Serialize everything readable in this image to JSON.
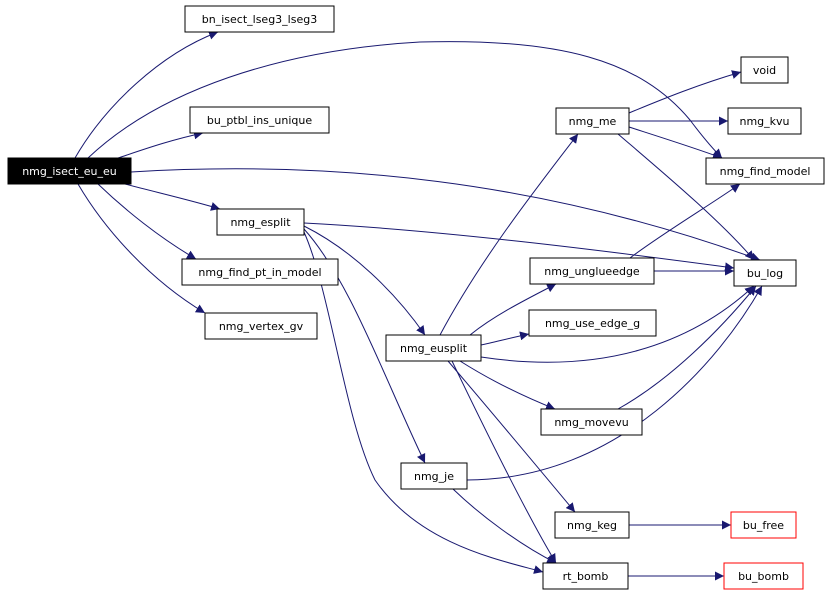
{
  "diagram": {
    "root": "nmg_isect_eu_eu",
    "nodes": [
      {
        "id": "nmg_isect_eu_eu",
        "label": "nmg_isect_eu_eu",
        "style": "root"
      },
      {
        "id": "bn_isect_lseg3_lseg3",
        "label": "bn_isect_lseg3_lseg3",
        "style": "normal"
      },
      {
        "id": "bu_ptbl_ins_unique",
        "label": "bu_ptbl_ins_unique",
        "style": "normal"
      },
      {
        "id": "nmg_esplit",
        "label": "nmg_esplit",
        "style": "normal"
      },
      {
        "id": "nmg_find_pt_in_model",
        "label": "nmg_find_pt_in_model",
        "style": "normal"
      },
      {
        "id": "nmg_vertex_gv",
        "label": "nmg_vertex_gv",
        "style": "normal"
      },
      {
        "id": "nmg_eusplit",
        "label": "nmg_eusplit",
        "style": "normal"
      },
      {
        "id": "nmg_je",
        "label": "nmg_je",
        "style": "normal"
      },
      {
        "id": "nmg_me",
        "label": "nmg_me",
        "style": "normal"
      },
      {
        "id": "nmg_unglueedge",
        "label": "nmg_unglueedge",
        "style": "normal"
      },
      {
        "id": "nmg_use_edge_g",
        "label": "nmg_use_edge_g",
        "style": "normal"
      },
      {
        "id": "nmg_movevu",
        "label": "nmg_movevu",
        "style": "normal"
      },
      {
        "id": "nmg_keg",
        "label": "nmg_keg",
        "style": "normal"
      },
      {
        "id": "rt_bomb",
        "label": "rt_bomb",
        "style": "normal"
      },
      {
        "id": "void",
        "label": "void",
        "style": "normal"
      },
      {
        "id": "nmg_kvu",
        "label": "nmg_kvu",
        "style": "normal"
      },
      {
        "id": "nmg_find_model",
        "label": "nmg_find_model",
        "style": "normal"
      },
      {
        "id": "bu_log",
        "label": "bu_log",
        "style": "normal"
      },
      {
        "id": "bu_free",
        "label": "bu_free",
        "style": "missing"
      },
      {
        "id": "bu_bomb",
        "label": "bu_bomb",
        "style": "missing"
      }
    ],
    "edges": [
      {
        "from": "nmg_isect_eu_eu",
        "to": "bn_isect_lseg3_lseg3"
      },
      {
        "from": "nmg_isect_eu_eu",
        "to": "bu_ptbl_ins_unique"
      },
      {
        "from": "nmg_isect_eu_eu",
        "to": "nmg_find_model"
      },
      {
        "from": "nmg_isect_eu_eu",
        "to": "bu_log"
      },
      {
        "from": "nmg_isect_eu_eu",
        "to": "nmg_esplit"
      },
      {
        "from": "nmg_isect_eu_eu",
        "to": "nmg_find_pt_in_model"
      },
      {
        "from": "nmg_isect_eu_eu",
        "to": "nmg_vertex_gv"
      },
      {
        "from": "nmg_esplit",
        "to": "bu_log"
      },
      {
        "from": "nmg_esplit",
        "to": "nmg_eusplit"
      },
      {
        "from": "nmg_esplit",
        "to": "nmg_je"
      },
      {
        "from": "nmg_esplit",
        "to": "rt_bomb"
      },
      {
        "from": "nmg_eusplit",
        "to": "nmg_me"
      },
      {
        "from": "nmg_eusplit",
        "to": "nmg_unglueedge"
      },
      {
        "from": "nmg_eusplit",
        "to": "nmg_use_edge_g"
      },
      {
        "from": "nmg_eusplit",
        "to": "bu_log"
      },
      {
        "from": "nmg_eusplit",
        "to": "nmg_movevu"
      },
      {
        "from": "nmg_eusplit",
        "to": "nmg_keg"
      },
      {
        "from": "nmg_eusplit",
        "to": "rt_bomb"
      },
      {
        "from": "nmg_me",
        "to": "void"
      },
      {
        "from": "nmg_me",
        "to": "nmg_kvu"
      },
      {
        "from": "nmg_me",
        "to": "nmg_find_model"
      },
      {
        "from": "nmg_me",
        "to": "bu_log"
      },
      {
        "from": "nmg_unglueedge",
        "to": "nmg_find_model"
      },
      {
        "from": "nmg_unglueedge",
        "to": "bu_log"
      },
      {
        "from": "nmg_movevu",
        "to": "bu_log"
      },
      {
        "from": "nmg_je",
        "to": "bu_log"
      },
      {
        "from": "nmg_je",
        "to": "rt_bomb"
      },
      {
        "from": "nmg_keg",
        "to": "bu_free"
      },
      {
        "from": "rt_bomb",
        "to": "bu_bomb"
      }
    ]
  },
  "colors": {
    "edge": "#191970",
    "node_border": "#000000",
    "missing_border": "#ff0000",
    "root_fill": "#000000",
    "root_text": "#ffffff",
    "node_fill": "#ffffff",
    "node_text": "#000000"
  }
}
